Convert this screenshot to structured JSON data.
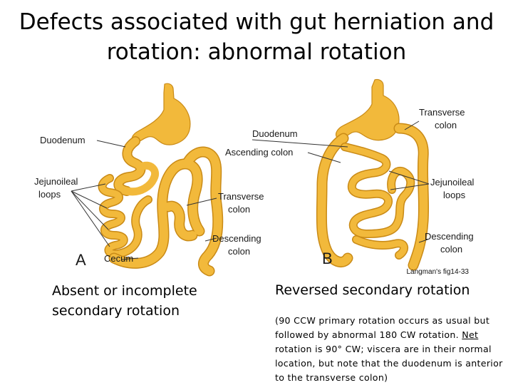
{
  "title": {
    "line1": "Defects associated with gut herniation and",
    "line2": "rotation: abnormal rotation"
  },
  "figure": {
    "panel_a": {
      "letter": "A",
      "labels": {
        "duodenum": "Duodenum",
        "jejunoileal_1": "Jejunoileal",
        "jejunoileal_2": "loops",
        "transverse_1": "Transverse",
        "transverse_2": "colon",
        "descending_1": "Descending",
        "descending_2": "colon",
        "cecum": "Cecum"
      }
    },
    "panel_b": {
      "letter": "B",
      "labels": {
        "duodenum": "Duodenum",
        "ascending": "Ascending colon",
        "transverse_1": "Transverse",
        "transverse_2": "colon",
        "jejunoileal_1": "Jejunoileal",
        "jejunoileal_2": "loops",
        "descending_1": "Descending",
        "descending_2": "colon"
      }
    },
    "credit": "Langman's fig14-33",
    "colors": {
      "gut": "#f2b93b",
      "gut_outline": "#c98a16",
      "line": "#333333"
    }
  },
  "captions": {
    "left": "Absent or incomplete secondary rotation",
    "right_title": "Reversed secondary rotation",
    "right_body_pre": "(90 CCW primary rotation occurs as usual but followed by abnormal 180 CW rotation. ",
    "right_body_underlined": "Net",
    "right_body_post": " rotation is 90° CW; viscera are in their normal location, but note that the duodenum is anterior to the transverse colon)"
  }
}
